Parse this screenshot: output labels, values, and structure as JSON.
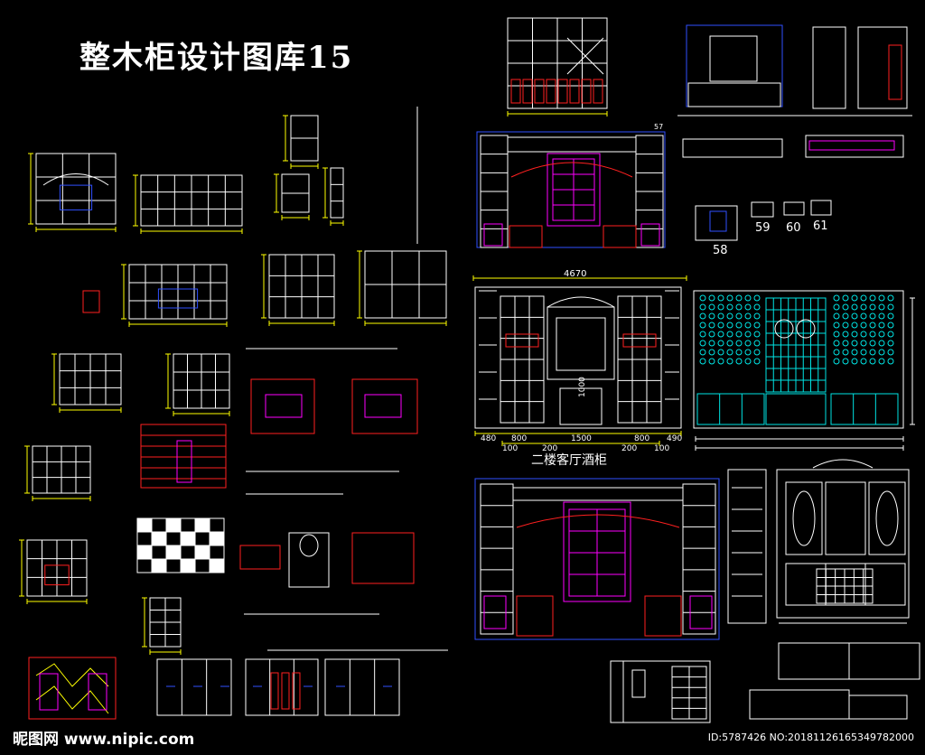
{
  "title": "整木柜设计图库15",
  "wine_cabinet": {
    "width_dim": "4670",
    "caption": "二楼客厅酒柜",
    "dims_row1": [
      "480",
      "800",
      "1500",
      "800",
      "490"
    ],
    "dims_row2": [
      "100",
      "200",
      "200",
      "100"
    ],
    "dim_vertical": "1000"
  },
  "detail_numbers": [
    "58",
    "59",
    "60",
    "61"
  ],
  "section_mark": "57",
  "watermark": {
    "site": "昵图网 www.nipic.com",
    "id_line": "ID:5787426 NO:20181126165349782000"
  },
  "colors": {
    "background": "#000000",
    "line_white": "#ffffff",
    "line_red": "#ff2020",
    "line_magenta": "#ff00ff",
    "line_cyan": "#00e5e5",
    "line_blue": "#3050ff",
    "line_yellow": "#ffff00",
    "line_green": "#00ff00"
  }
}
